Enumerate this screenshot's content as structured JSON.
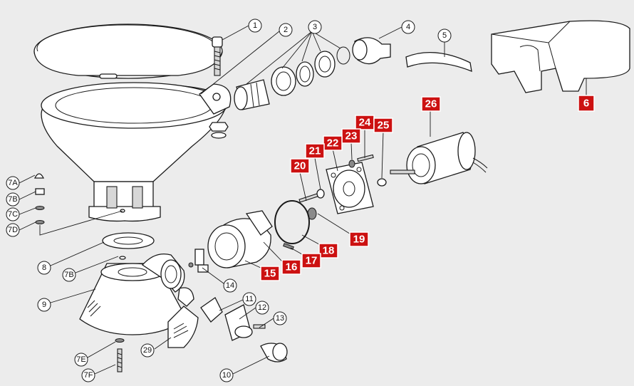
{
  "diagram": {
    "circle_labels": [
      "1",
      "2",
      "3",
      "4",
      "5",
      "7A",
      "7B",
      "7C",
      "7D",
      "8",
      "7B",
      "9",
      "14",
      "11",
      "12",
      "13",
      "29",
      "7E",
      "7F",
      "10"
    ],
    "red_labels": [
      "6",
      "26",
      "24",
      "25",
      "23",
      "22",
      "21",
      "20",
      "19",
      "18",
      "17",
      "16",
      "15"
    ],
    "colors": {
      "accent": "#cc1111",
      "line": "#1a1a1a",
      "background": "#ececec"
    }
  }
}
